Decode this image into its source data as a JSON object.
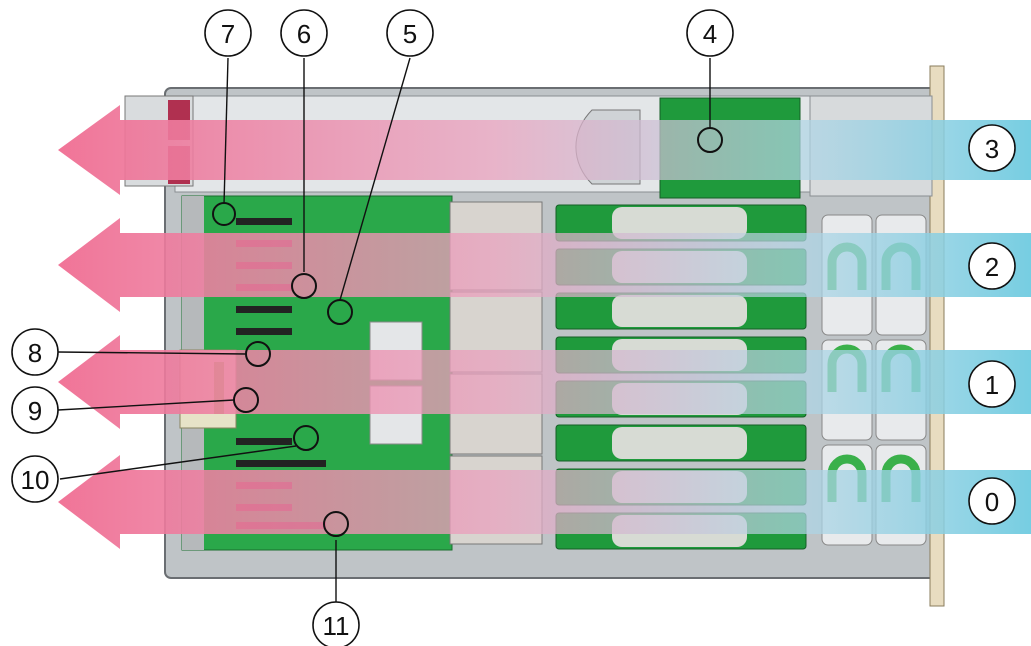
{
  "callouts": {
    "c0": "0",
    "c1": "1",
    "c2": "2",
    "c3": "3",
    "c4": "4",
    "c5": "5",
    "c6": "6",
    "c7": "7",
    "c8": "8",
    "c9": "9",
    "c10": "10",
    "c11": "11"
  },
  "colors": {
    "intake_air": "#7fd3e6",
    "exhaust_air": "#f07a9a",
    "motherboard": "#2aa84a",
    "chassis": "#c9cdd0",
    "dimm_board": "#1f9a3c"
  }
}
